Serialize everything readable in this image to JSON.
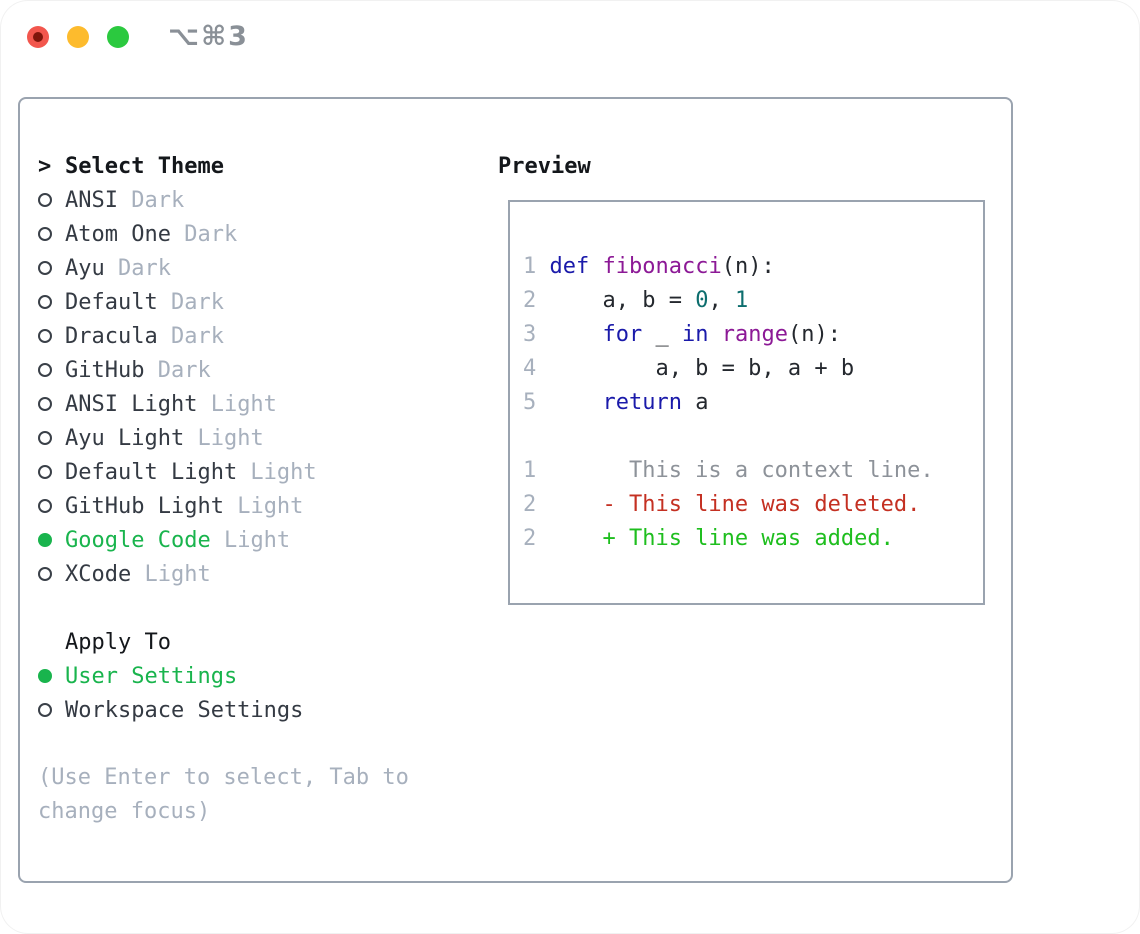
{
  "window": {
    "title_shortcut": "⌥⌘3"
  },
  "theme_selector": {
    "header_prefix": ">",
    "header_label": "Select Theme",
    "themes": [
      {
        "name": "ANSI",
        "variant": "Dark",
        "selected": false
      },
      {
        "name": "Atom One",
        "variant": "Dark",
        "selected": false
      },
      {
        "name": "Ayu",
        "variant": "Dark",
        "selected": false
      },
      {
        "name": "Default",
        "variant": "Dark",
        "selected": false
      },
      {
        "name": "Dracula",
        "variant": "Dark",
        "selected": false
      },
      {
        "name": "GitHub",
        "variant": "Dark",
        "selected": false
      },
      {
        "name": "ANSI Light",
        "variant": "Light",
        "selected": false
      },
      {
        "name": "Ayu Light",
        "variant": "Light",
        "selected": false
      },
      {
        "name": "Default Light",
        "variant": "Light",
        "selected": false
      },
      {
        "name": "GitHub Light",
        "variant": "Light",
        "selected": false
      },
      {
        "name": "Google Code",
        "variant": "Light",
        "selected": true
      },
      {
        "name": "XCode",
        "variant": "Light",
        "selected": false
      }
    ],
    "apply_to_label": "Apply To",
    "apply_options": [
      {
        "name": "User Settings",
        "selected": true
      },
      {
        "name": "Workspace Settings",
        "selected": false
      }
    ],
    "help_text": "(Use Enter to select, Tab to change focus)"
  },
  "preview": {
    "label": "Preview",
    "code_lines": [
      {
        "num": "1",
        "tokens": [
          [
            "def",
            "keyword"
          ],
          [
            " ",
            "plain"
          ],
          [
            "fibonacci",
            "function"
          ],
          [
            "(n):",
            "plain"
          ]
        ]
      },
      {
        "num": "2",
        "tokens": [
          [
            "    a, b = ",
            "plain"
          ],
          [
            "0",
            "number"
          ],
          [
            ", ",
            "plain"
          ],
          [
            "1",
            "number"
          ]
        ]
      },
      {
        "num": "3",
        "tokens": [
          [
            "    ",
            "plain"
          ],
          [
            "for",
            "keyword"
          ],
          [
            " _ ",
            "plain"
          ],
          [
            "in",
            "keyword"
          ],
          [
            " ",
            "plain"
          ],
          [
            "range",
            "function"
          ],
          [
            "(n):",
            "plain"
          ]
        ]
      },
      {
        "num": "4",
        "tokens": [
          [
            "        a, b = b, a + b",
            "plain"
          ]
        ]
      },
      {
        "num": "5",
        "tokens": [
          [
            "    ",
            "plain"
          ],
          [
            "return",
            "keyword"
          ],
          [
            " a",
            "plain"
          ]
        ]
      }
    ],
    "diff_lines": [
      {
        "num": "1",
        "kind": "context",
        "text": "      This is a context line."
      },
      {
        "num": "2",
        "kind": "deleted",
        "text": "    - This line was deleted."
      },
      {
        "num": "2",
        "kind": "added",
        "text": "    + This line was added."
      }
    ]
  },
  "colors": {
    "selection_green": "#19b44d",
    "keyword_blue": "#1a1aaa",
    "function_purple": "#8c1996",
    "number_teal": "#0d6e6e",
    "diff_deleted_red": "#c43022",
    "diff_added_green": "#1ebe1e",
    "diff_context_gray": "#8d9299",
    "muted_gray": "#a7b0bd",
    "panel_border_gray": "#9aa3af",
    "traffic_red": "#f2564d",
    "traffic_yellow": "#fdbb2d",
    "traffic_green": "#2bc93f"
  }
}
